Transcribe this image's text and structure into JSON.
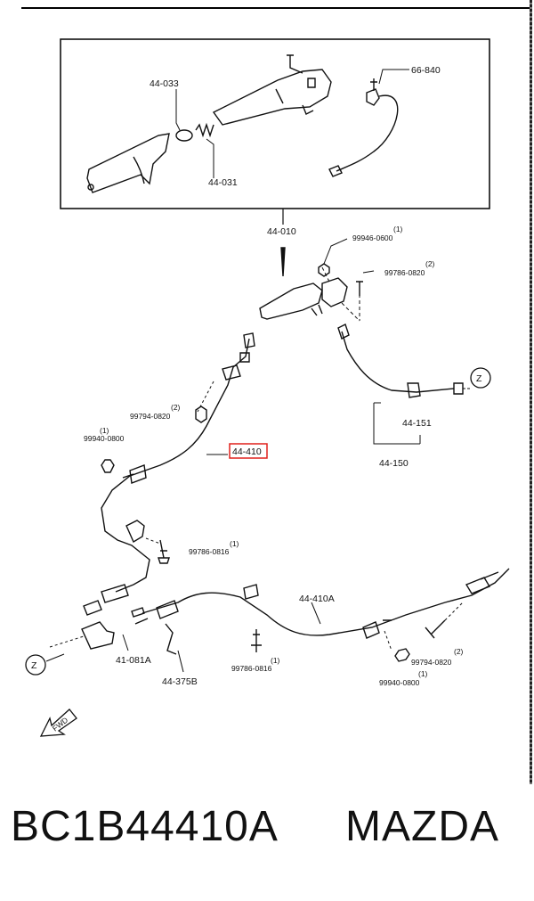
{
  "part_labels": {
    "lever_assy_cover": "44-033",
    "switch": "66-840",
    "spring": "44-031",
    "lever_assy": "44-010",
    "nut_top": "99946-0600",
    "bolt_top": "99786-0820",
    "bolt_front": "99794-0820",
    "nut_front": "99940-0800",
    "front_cable": "44-410",
    "cable_right": "44-151",
    "cable_assy": "44-150",
    "bolt_mid": "99786-0816",
    "rear_cable": "44-410A",
    "equalizer": "41-081A",
    "bracket": "44-375B",
    "bolt_rear_mid": "99786-0816",
    "bolt_rear": "99794-0820",
    "nut_rear": "99940-0800"
  },
  "quantities": {
    "nut_top": "(1)",
    "bolt_top": "(2)",
    "bolt_front": "(2)",
    "nut_front": "(1)",
    "bolt_mid": "(1)",
    "bolt_rear_mid": "(1)",
    "bolt_rear": "(2)",
    "nut_rear": "(1)"
  },
  "markers": {
    "z_right": "Z",
    "z_left": "Z",
    "fwd": "FWD"
  },
  "highlight_color": "#e0201c",
  "footer": {
    "part_number": "BC1B44410A",
    "brand": "MAZDA"
  }
}
